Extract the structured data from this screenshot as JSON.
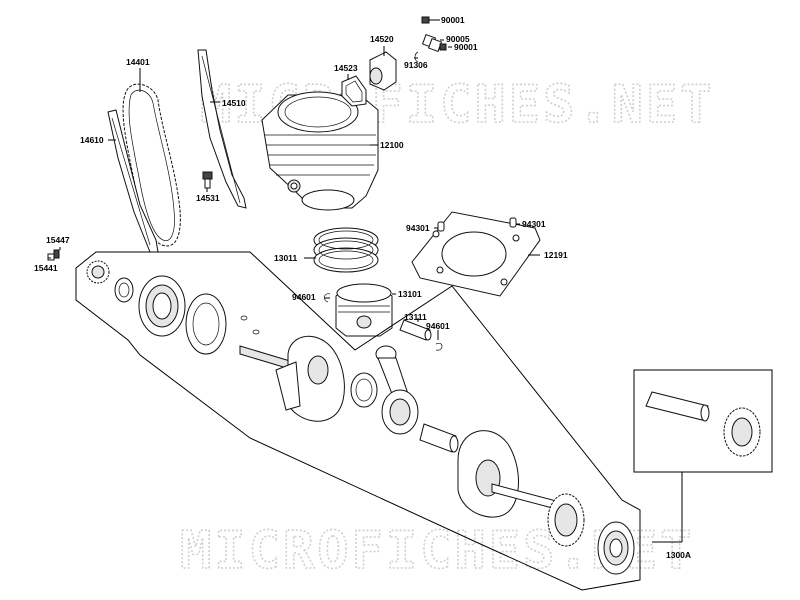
{
  "watermark": {
    "text": "MICROFICHES.NET"
  },
  "labels": {
    "p90001a": "90001",
    "p90005": "90005",
    "p90001b": "90001",
    "p14520": "14520",
    "p91306": "91306",
    "p14523": "14523",
    "p14401": "14401",
    "p14510": "14510",
    "p14610": "14610",
    "p12100": "12100",
    "p14531": "14531",
    "p15447": "15447",
    "p15441": "15441",
    "p94301a": "94301",
    "p94301b": "94301",
    "p13011": "13011",
    "p12191": "12191",
    "p94601a": "94601",
    "p13101": "13101",
    "p13111": "13111",
    "p94601b": "94601",
    "p1300A": "1300A"
  }
}
